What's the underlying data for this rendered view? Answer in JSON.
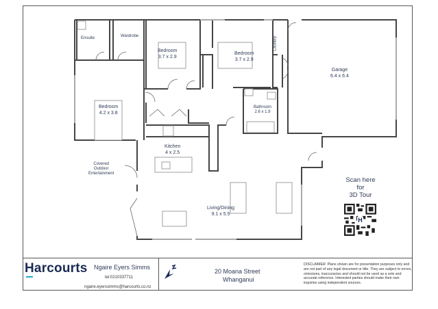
{
  "plan": {
    "rooms": [
      {
        "name": "Ensuite",
        "size": ""
      },
      {
        "name": "Wardrobe",
        "size": ""
      },
      {
        "name": "Bedroom",
        "size": "3.7 x 2.9"
      },
      {
        "name": "Bedroom",
        "size": "3.7 x 2.9"
      },
      {
        "name": "Laundry",
        "size": ""
      },
      {
        "name": "Garage",
        "size": "6.4 x 6.4"
      },
      {
        "name": "Bedroom",
        "size": "4.2 x 3.8"
      },
      {
        "name": "Bathroom",
        "size": "2.6 x 1.9"
      },
      {
        "name": "Kitchen",
        "size": "4 x 2.5"
      },
      {
        "name": "Living/Dining",
        "size": "9.1 x 5.5"
      }
    ],
    "outdoor": {
      "line1": "Covered",
      "line2": "Outdoor",
      "line3": "Entertainment"
    },
    "wall_color": "#444444",
    "window_color": "#aaaaaa"
  },
  "tour": {
    "line1": "Scan here",
    "line2": "for",
    "line3": "3D Tour",
    "qr_icon": "qr-code-icon"
  },
  "footer": {
    "brand": "Harcourts",
    "brand_color": "#1a2a52",
    "brand_accent": "#1ea7c9",
    "agent_name": "Ngaire Eyers Simms",
    "agent_tel": "tel:0210337711",
    "agent_email": "ngaire.eyerssimms@harcourts.co.nz",
    "compass_icon": "north-arrow-icon",
    "address_line1": "20 Moana Street",
    "address_line2": "Whanganui",
    "disclaimer": "DISCLAIMER: Plans shown are for presentation purposes only and are not part of any legal document or title. They are subject to errors, omissions, inaccuracies and should not be used as a sole and accurate reference. Interested parties should make their own inquiries using independent sources."
  }
}
